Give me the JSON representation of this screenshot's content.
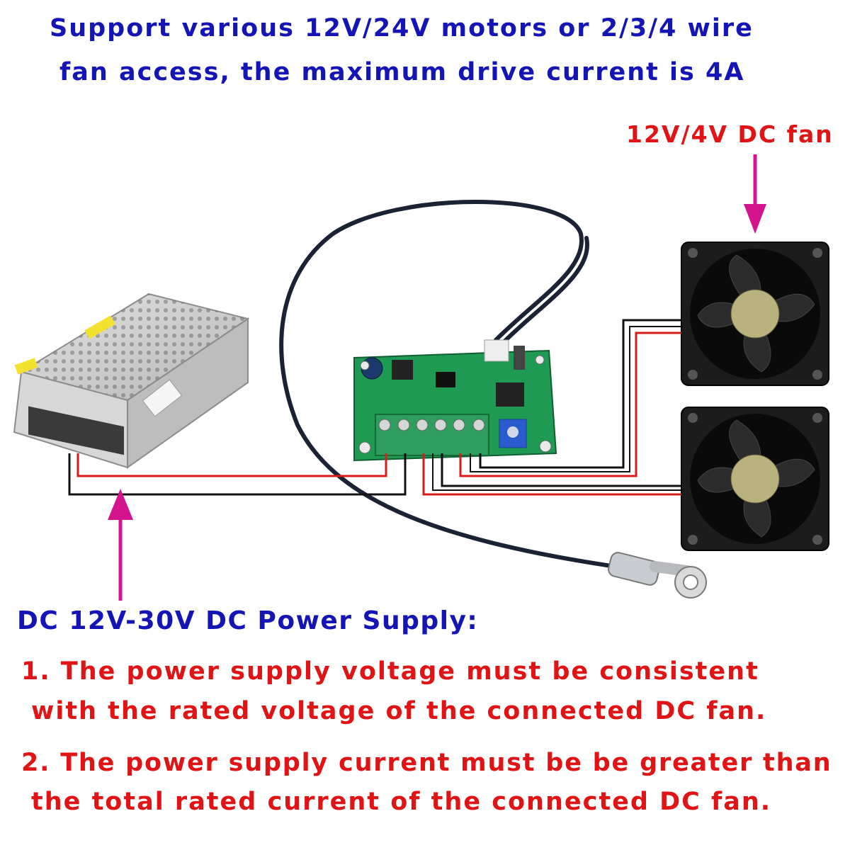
{
  "header": {
    "line1": "Support various 12V/24V motors or 2/3/4 wire",
    "line2": "fan access, the maximum drive current is 4A"
  },
  "fan_label": "12V/4V DC fan",
  "power": {
    "title": "DC 12V-30V DC Power Supply:",
    "note1_line1": "1. The power supply voltage must be consistent",
    "note1_line2": "with the rated voltage of the connected DC fan.",
    "note2_line1": "2. The power supply current must be be greater than",
    "note2_line2": "the total rated current of the connected DC fan."
  },
  "colors": {
    "heading_blue": "#1515b5",
    "note_red": "#e01414",
    "arrow_magenta": "#d4148c",
    "wire_red": "#d81c1c",
    "wire_black": "#111111",
    "pcb_green": "#1f9a52"
  }
}
